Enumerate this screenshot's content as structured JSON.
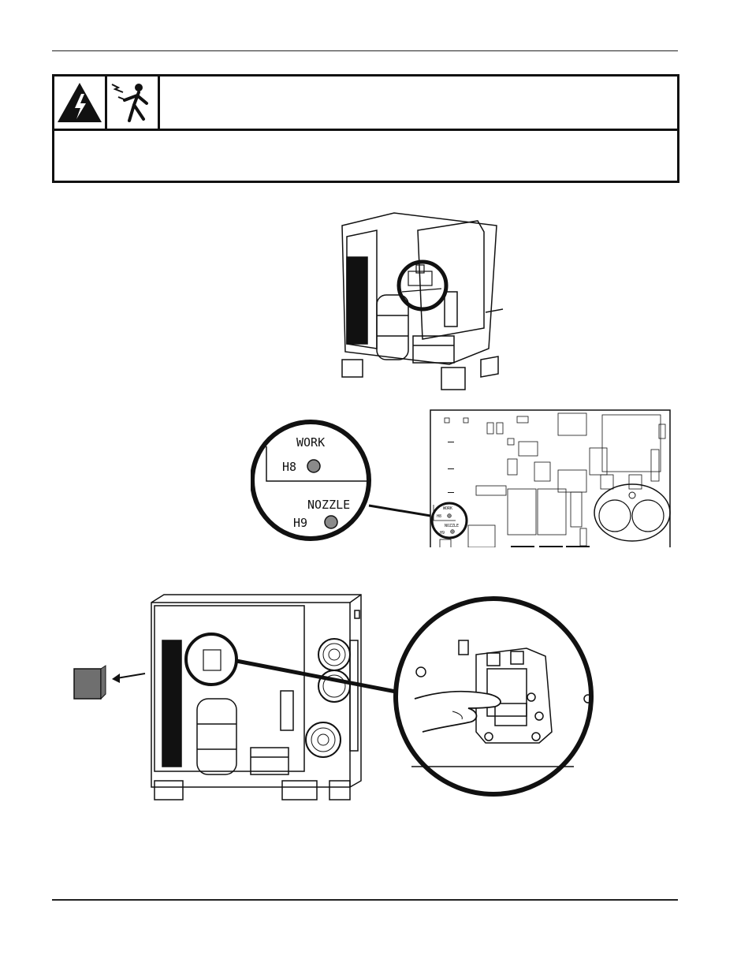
{
  "callout": {
    "work_label": "WORK",
    "work_id": "H8",
    "nozzle_label": "NOZZLE",
    "nozzle_id": "H9"
  },
  "board": {
    "work_label": "WORK",
    "work_id": "H8",
    "nozzle_label": "NOZZLE",
    "nozzle_id": "H9"
  },
  "icons": [
    "electric-shock-warning-icon",
    "shock-hazard-person-icon"
  ],
  "colors": {
    "ink": "#111111",
    "led_gray": "#8a8a8a",
    "panel_gray": "#6f6f6f"
  }
}
